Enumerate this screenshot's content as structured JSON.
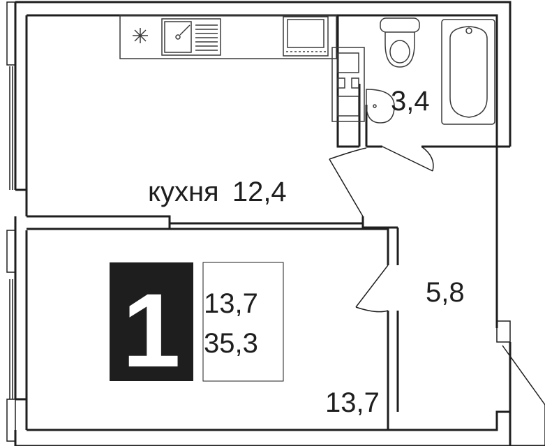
{
  "rooms": {
    "kitchen": {
      "name": "кухня",
      "area": "12,4"
    },
    "bathroom": {
      "area": "3,4"
    },
    "hallway": {
      "area": "5,8"
    },
    "living_room": {
      "area": "13,7"
    }
  },
  "summary": {
    "rooms_count": "1",
    "living_area": "13,7",
    "total_area": "35,3"
  },
  "colors": {
    "wall": "#1e1e1e",
    "badge": "#1e1e1e",
    "fixture": "#3a3a3a"
  }
}
